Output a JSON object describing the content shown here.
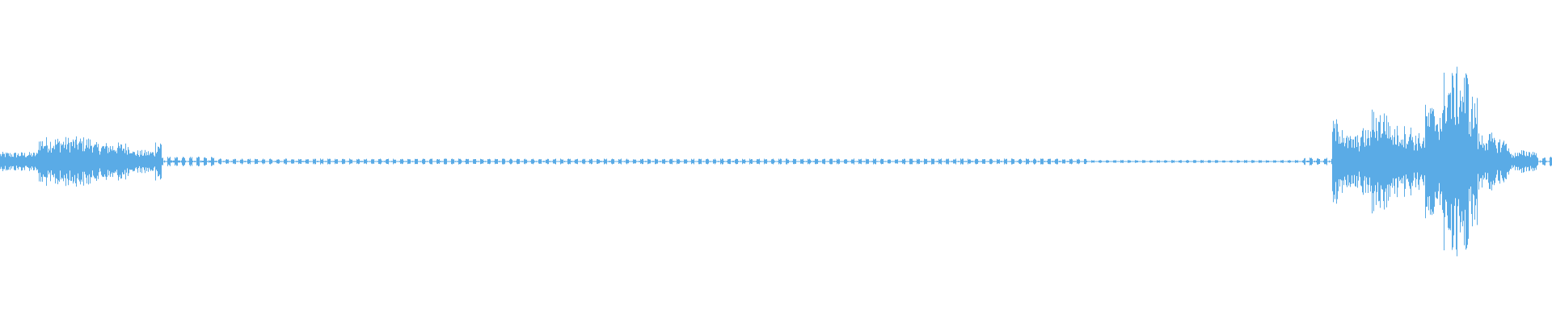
{
  "waveform": {
    "color": "#5aabe6",
    "background": "#ffffff",
    "amplitude_segments": [
      {
        "from": 0.0,
        "to": 0.024,
        "amp": 0.1
      },
      {
        "from": 0.024,
        "to": 0.026,
        "amp": 0.28
      },
      {
        "from": 0.026,
        "to": 0.06,
        "amp": 0.26
      },
      {
        "from": 0.06,
        "to": 0.085,
        "amp": 0.2
      },
      {
        "from": 0.085,
        "to": 0.1,
        "amp": 0.12
      },
      {
        "from": 0.1,
        "to": 0.104,
        "amp": 0.23
      },
      {
        "from": 0.104,
        "to": 0.14,
        "amp": 0.05
      },
      {
        "from": 0.14,
        "to": 0.7,
        "amp": 0.03
      },
      {
        "from": 0.7,
        "to": 0.84,
        "amp": 0.015
      },
      {
        "from": 0.84,
        "to": 0.858,
        "amp": 0.04
      },
      {
        "from": 0.858,
        "to": 0.866,
        "amp": 0.45
      },
      {
        "from": 0.866,
        "to": 0.876,
        "amp": 0.28
      },
      {
        "from": 0.876,
        "to": 0.883,
        "amp": 0.35
      },
      {
        "from": 0.883,
        "to": 0.895,
        "amp": 0.55
      },
      {
        "from": 0.895,
        "to": 0.91,
        "amp": 0.38
      },
      {
        "from": 0.91,
        "to": 0.918,
        "amp": 0.3
      },
      {
        "from": 0.918,
        "to": 0.93,
        "amp": 0.6
      },
      {
        "from": 0.93,
        "to": 0.938,
        "amp": 0.95
      },
      {
        "from": 0.938,
        "to": 0.946,
        "amp": 0.98
      },
      {
        "from": 0.946,
        "to": 0.952,
        "amp": 0.7
      },
      {
        "from": 0.952,
        "to": 0.962,
        "amp": 0.3
      },
      {
        "from": 0.962,
        "to": 0.972,
        "amp": 0.25
      },
      {
        "from": 0.972,
        "to": 0.98,
        "amp": 0.1
      },
      {
        "from": 0.98,
        "to": 0.99,
        "amp": 0.12
      },
      {
        "from": 0.99,
        "to": 1.0,
        "amp": 0.05
      }
    ]
  }
}
